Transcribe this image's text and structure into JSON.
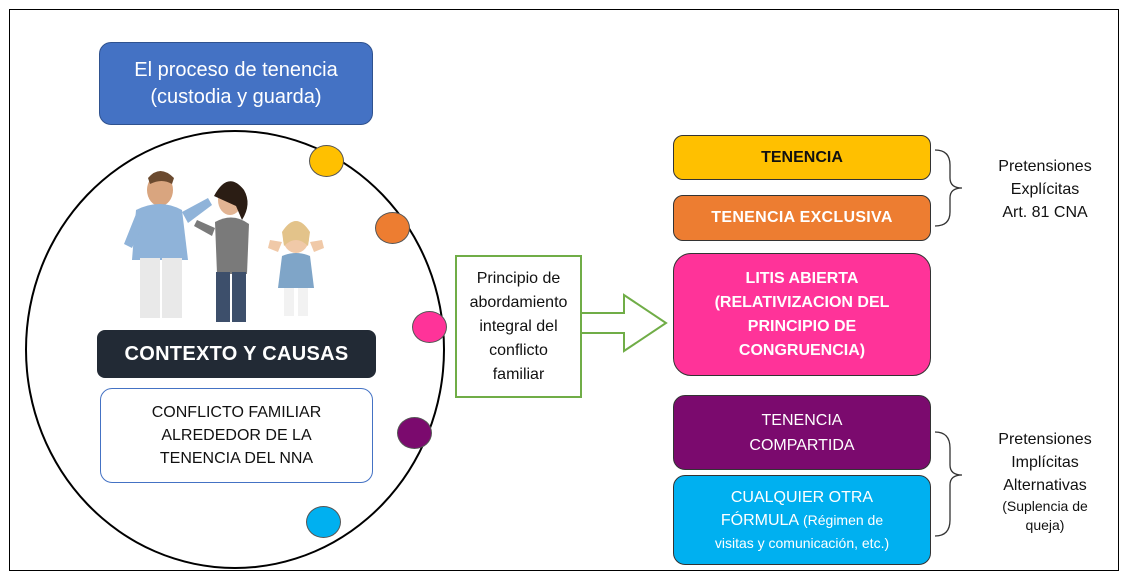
{
  "title_box": {
    "line1": "El proceso de tenencia",
    "line2": "(custodia y guarda)"
  },
  "contexto": {
    "label": "CONTEXTO Y CAUSAS"
  },
  "conflicto": {
    "line1": "CONFLICTO FAMILIAR",
    "line2": "ALREDEDOR DE LA",
    "line3": "TENENCIA DEL NNA"
  },
  "principio": {
    "line1": "Principio de",
    "line2": "abordamiento",
    "line3": "integral del",
    "line4": "conflicto",
    "line5": "familiar"
  },
  "boxes": {
    "tenencia": "TENENCIA",
    "exclusiva": "TENENCIA EXCLUSIVA",
    "litis": {
      "line1": "LITIS ABIERTA",
      "line2": "(RELATIVIZACION DEL",
      "line3": "PRINCIPIO DE",
      "line4": "CONGRUENCIA)"
    },
    "compartida": {
      "line1": "TENENCIA",
      "line2": "COMPARTIDA"
    },
    "otra": {
      "line1": "CUALQUIER OTRA",
      "line2a": "FÓRMULA",
      "line2b": " (Régimen de",
      "line3": "visitas y comunicación, etc.)"
    }
  },
  "explicitas": {
    "line1": "Pretensiones",
    "line2": "Explícitas",
    "line3": "Art. 81 CNA"
  },
  "implicitas": {
    "line1": "Pretensiones",
    "line2": "Implícitas",
    "line3": "Alternativas",
    "line4": "(Suplencia de",
    "line5": "queja)"
  },
  "colors": {
    "title": "#4472c4",
    "contexto": "#222a35",
    "tenencia": "#ffc000",
    "exclusiva": "#ed7d31",
    "litis": "#ff3399",
    "compartida": "#7b0a6e",
    "otra": "#00b0f0",
    "arrow": "#70ad47"
  },
  "photo": {
    "description_icon": "family-conflict-photo"
  }
}
